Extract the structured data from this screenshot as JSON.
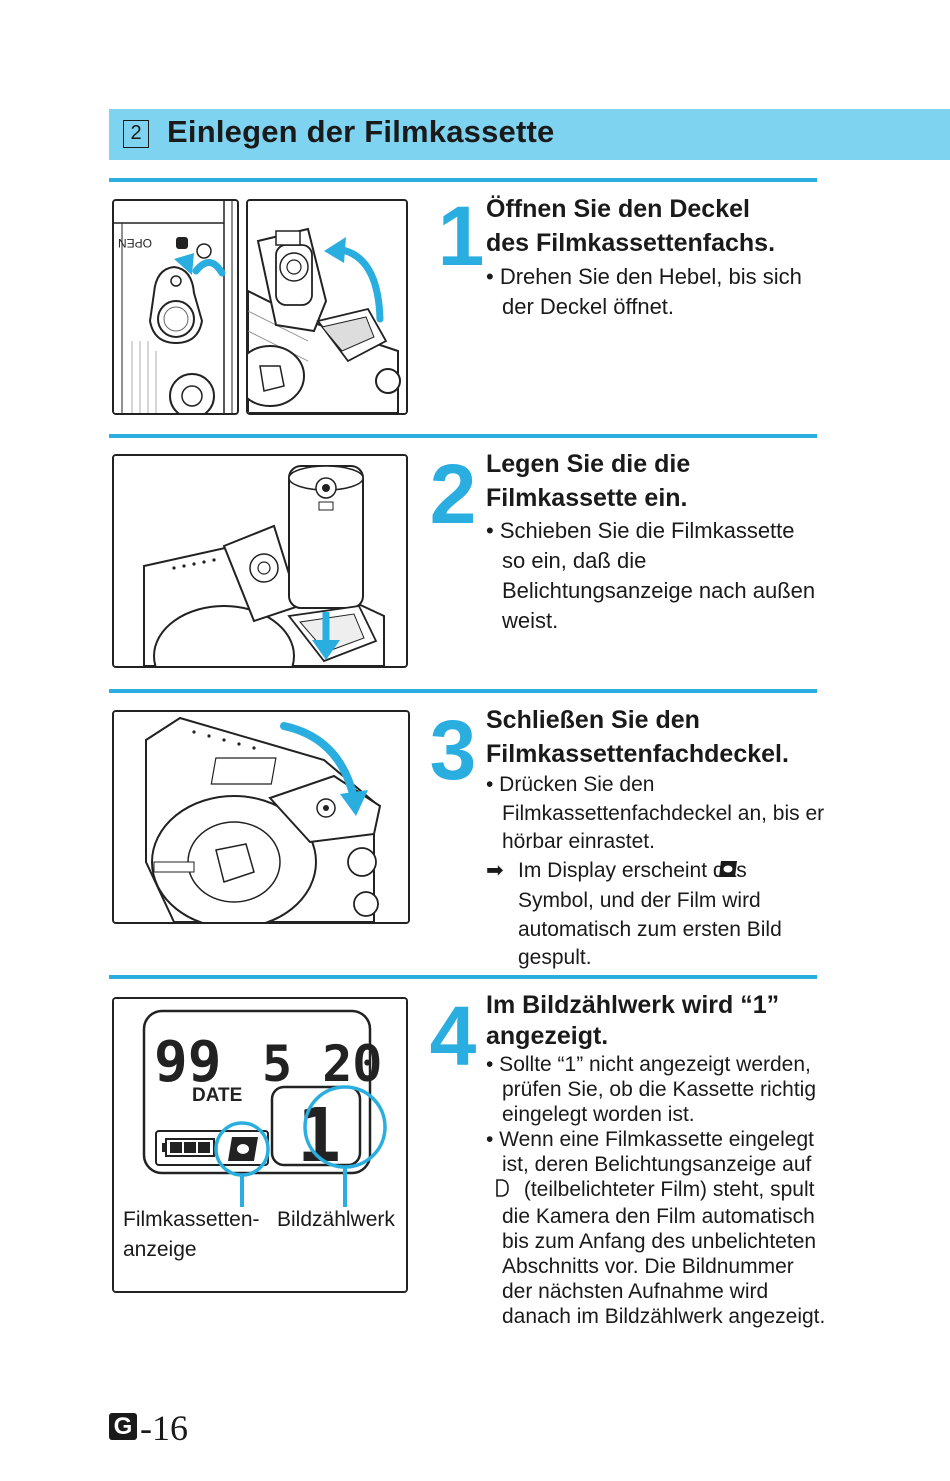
{
  "header": {
    "section_number": "2",
    "title": "Einlegen der Filmkassette"
  },
  "steps": [
    {
      "number": "1",
      "heading_lines": [
        "Öffnen Sie den Deckel",
        "des Filmkassettenfachs."
      ],
      "bullets": [
        "• Drehen Sie den Hebel, bis sich der Deckel öffnet."
      ],
      "figure_label": "OPEN"
    },
    {
      "number": "2",
      "heading_lines": [
        "Legen Sie die die",
        "Filmkassette ein."
      ],
      "bullets": [
        "• Schieben Sie die Filmkassette so ein, daß die Belichtungsanzeige nach außen weist."
      ]
    },
    {
      "number": "3",
      "heading_lines": [
        "Schließen Sie den",
        "Filmkassettenfachdeckel."
      ],
      "bullets": [
        "• Drücken Sie den Filmkassettenfachdeckel an, bis er hörbar einrastet."
      ],
      "result_arrow": "➡",
      "result_before_icon": "Im Display erscheint das",
      "result_icon": "film-cassette-icon",
      "result_after_icon": "Symbol, und der Film wird automatisch zum ersten Bild gespult."
    },
    {
      "number": "4",
      "heading_lines": [
        "Im Bildzählwerk wird “1”",
        "angezeigt."
      ],
      "bullets": [
        "• Sollte “1” nicht angezeigt werden, prüfen Sie, ob die Kassette richtig eingelegt worden ist."
      ],
      "bullet2_before_icon": "• Wenn eine Filmkassette eingelegt ist, deren Belichtungsanzeige auf",
      "bullet2_icon": "partially-exposed-icon",
      "bullet2_after_icon": "(teilbelichteter Film) steht, spult die Kamera den Film automatisch bis zum Anfang des unbelichteten Abschnitts vor. Die Bildnummer der nächsten Aufnahme wird danach im Bildzählwerk angezeigt."
    }
  ],
  "lcd": {
    "shots_digits": "99",
    "mode_digits": "5 20",
    "date_label": "DATE",
    "counter_digit": "1",
    "label_cassette": "Filmkassetten-\nanzeige",
    "label_cassette_line1": "Filmkassetten-",
    "label_cassette_line2": "anzeige",
    "label_counter": "Bildzählwerk"
  },
  "footer": {
    "language_badge": "G",
    "page_number": "-16"
  },
  "colors": {
    "accent": "#2aaee0",
    "header_band": "#7dd3f0",
    "ink": "#1a1a1a"
  }
}
